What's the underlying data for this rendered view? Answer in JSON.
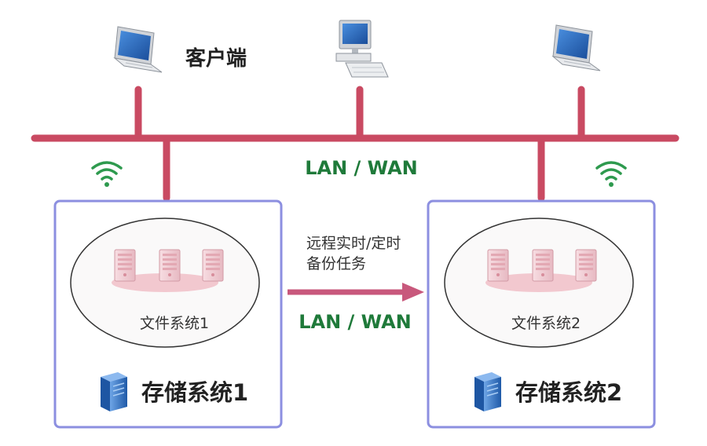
{
  "clients": {
    "label": "客户端"
  },
  "network": {
    "lan_wan_top": "LAN / WAN",
    "lan_wan_mid": "LAN / WAN"
  },
  "replication": {
    "line1": "远程实时/定时",
    "line2": "备份任务"
  },
  "storage1": {
    "fs_label": "文件系统1",
    "title": "存储系统1"
  },
  "storage2": {
    "fs_label": "文件系统2",
    "title": "存储系统2"
  },
  "colors": {
    "bus": "#c94a62",
    "arrow": "#c8587c",
    "wifi": "#2e9a4e",
    "box_border": "#8c8fe0",
    "label_green": "#1f7a3a",
    "server_fill": "#f4d7dc",
    "server_block": "#3a78c4"
  },
  "icons": [
    "laptop-icon",
    "desktop-computer-icon",
    "wifi-icon",
    "server-icon",
    "server-block-icon"
  ]
}
